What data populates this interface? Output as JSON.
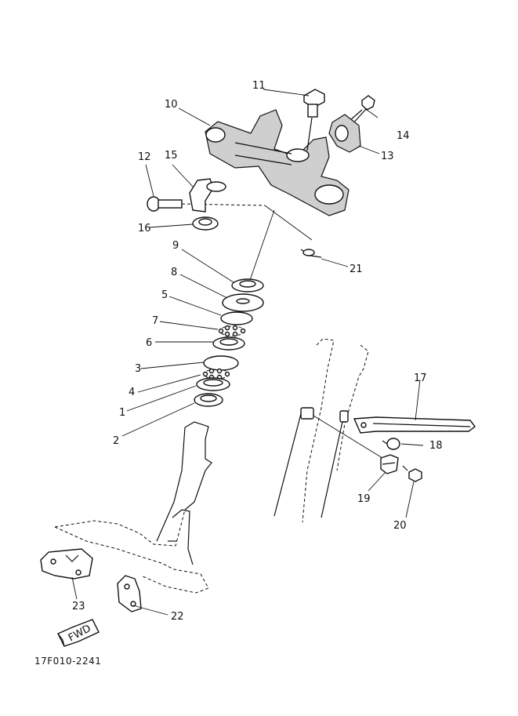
{
  "callouts": [
    "1",
    "2",
    "3",
    "4",
    "5",
    "6",
    "7",
    "8",
    "9",
    "10",
    "11",
    "12",
    "13",
    "14",
    "15",
    "16",
    "17",
    "18",
    "19",
    "20",
    "21",
    "22",
    "23"
  ],
  "fwd_label": "FWD",
  "diagram_code": "17F010-2241"
}
